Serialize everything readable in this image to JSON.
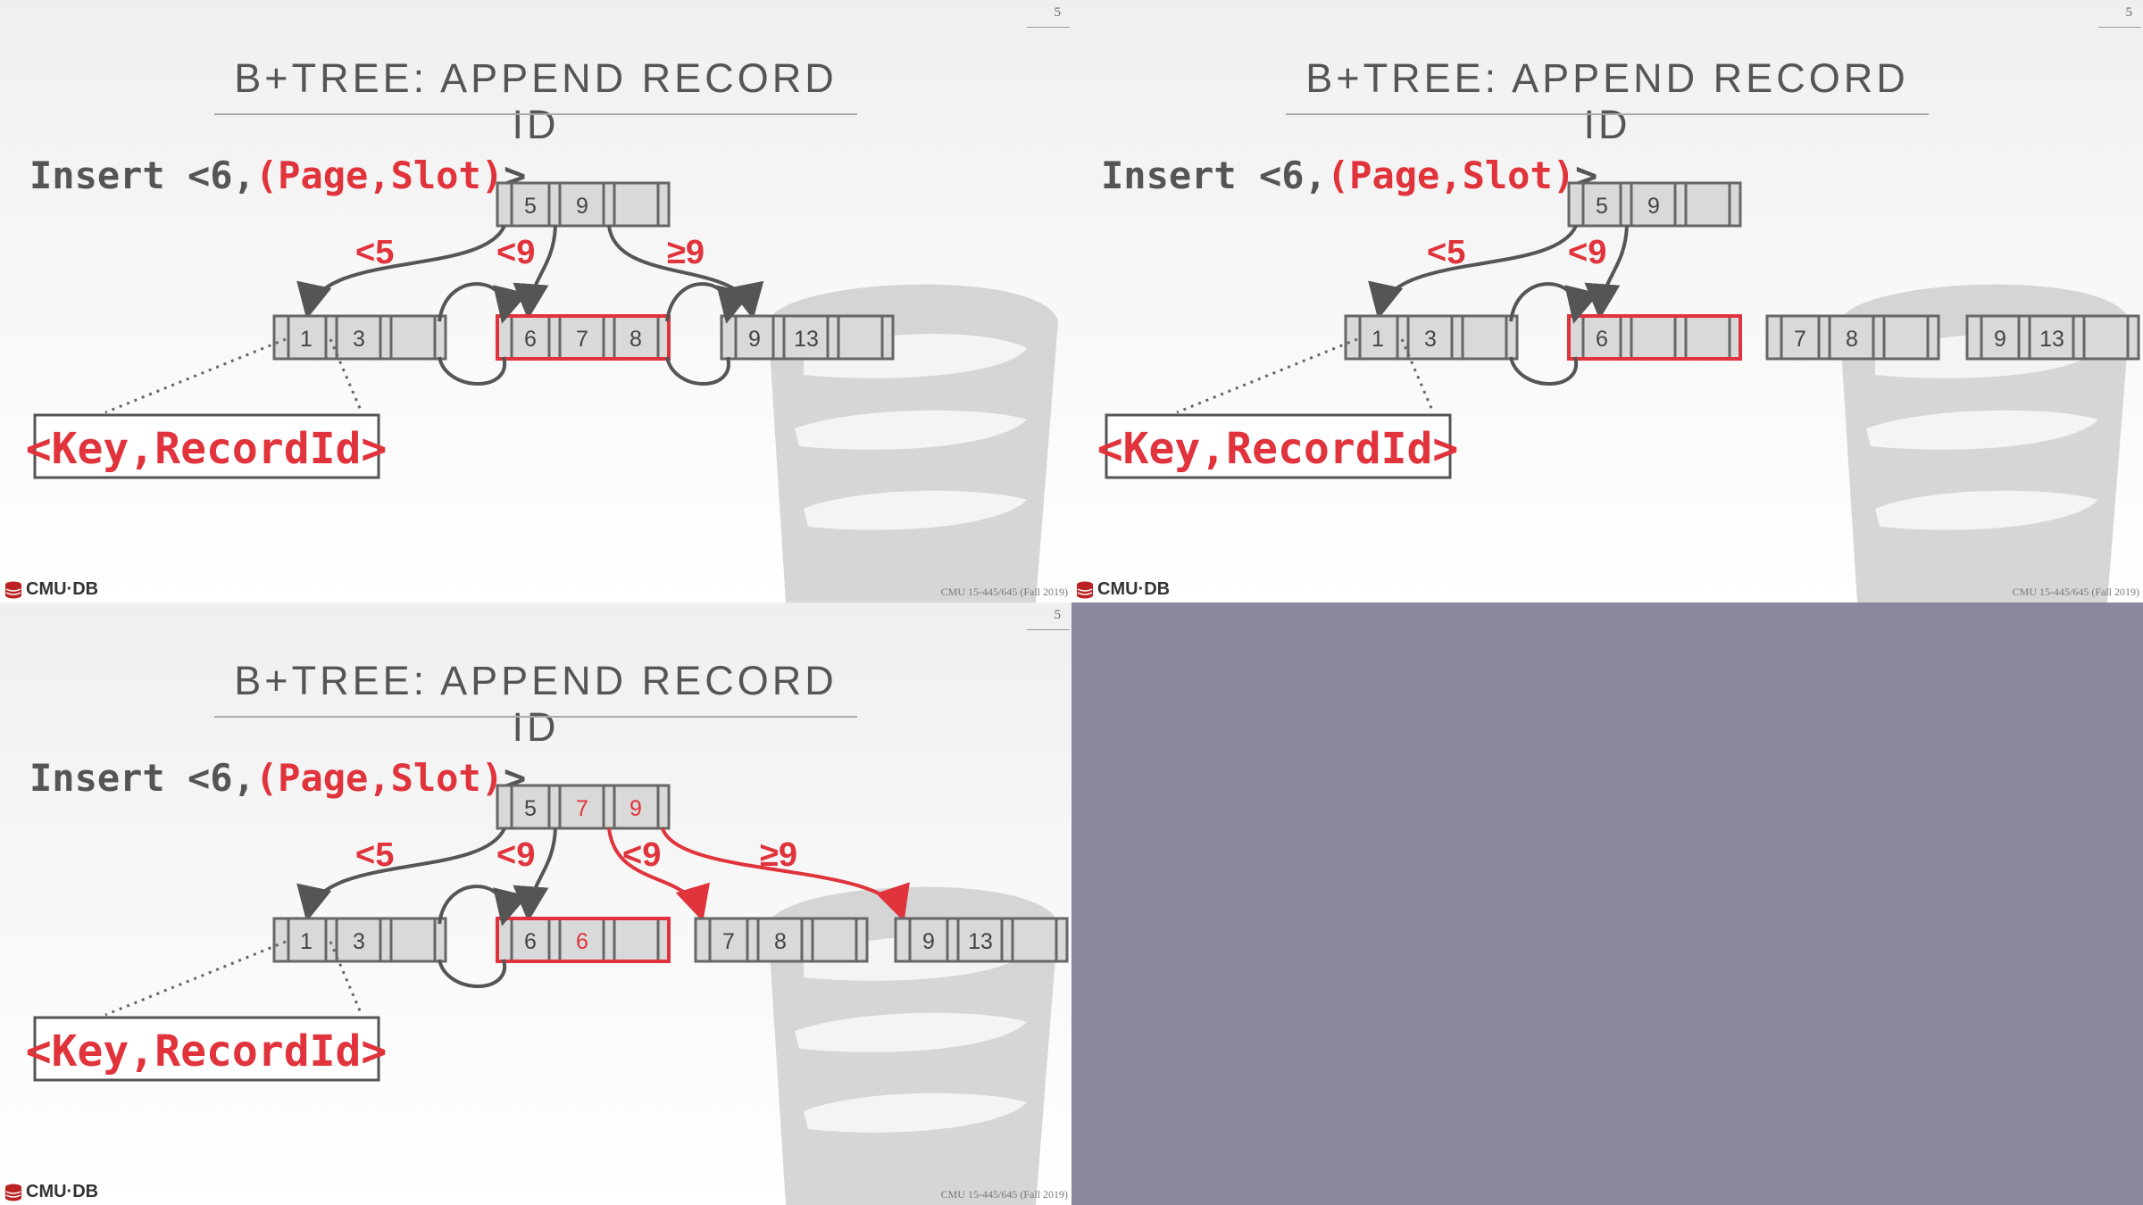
{
  "slides": [
    {
      "page_number": "5",
      "title": "B+TREE: APPEND RECORD ID",
      "insert_prefix": "Insert <6,",
      "insert_red": "(Page,Slot)",
      "insert_suffix": ">",
      "root_keys": [
        "5",
        "9",
        ""
      ],
      "edge_labels": [
        "<5",
        "<9",
        "≥9"
      ],
      "leaves": [
        [
          "1",
          "3",
          ""
        ],
        [
          "6",
          "7",
          "8"
        ],
        [
          "9",
          "13",
          ""
        ]
      ],
      "key_record_box": "<Key,RecordId>",
      "logo": "CMU·DB",
      "footer": "CMU 15-445/645 (Fall 2019)"
    },
    {
      "page_number": "5",
      "title": "B+TREE: APPEND RECORD ID",
      "insert_prefix": "Insert <6,",
      "insert_red": "(Page,Slot)",
      "insert_suffix": ">",
      "root_keys": [
        "5",
        "9",
        ""
      ],
      "edge_labels": [
        "<5",
        "<9"
      ],
      "leaves": [
        [
          "1",
          "3",
          ""
        ],
        [
          "6",
          "",
          ""
        ],
        [
          "7",
          "8",
          ""
        ],
        [
          "9",
          "13",
          ""
        ]
      ],
      "key_record_box": "<Key,RecordId>",
      "logo": "CMU·DB",
      "footer": "CMU 15-445/645 (Fall 2019)"
    },
    {
      "page_number": "5",
      "title": "B+TREE: APPEND RECORD ID",
      "insert_prefix": "Insert <6,",
      "insert_red": "(Page,Slot)",
      "insert_suffix": ">",
      "root_keys": [
        "5",
        "7",
        "9"
      ],
      "edge_labels": [
        "<5",
        "<9",
        "<9",
        "≥9"
      ],
      "leaves": [
        [
          "1",
          "3",
          ""
        ],
        [
          "6",
          "6",
          ""
        ],
        [
          "7",
          "8",
          ""
        ],
        [
          "9",
          "13",
          ""
        ]
      ],
      "key_record_box": "<Key,RecordId>",
      "logo": "CMU·DB",
      "footer": "CMU 15-445/645 (Fall 2019)"
    }
  ],
  "colors": {
    "accent_red": "#e0333b",
    "node_fill": "#d9d9d9",
    "node_stroke": "#666666",
    "empty_panel": "#8a889c"
  }
}
